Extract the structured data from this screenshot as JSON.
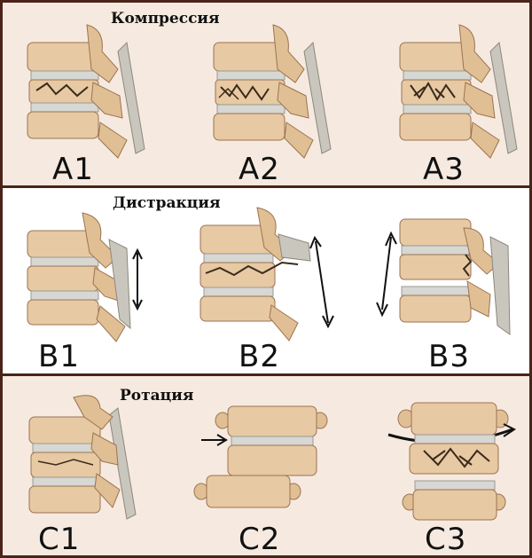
{
  "colors": {
    "frame": "#4a2418",
    "row_bg_top": "#f6eae0",
    "row_bg_middle": "#ffffff",
    "row_bg_bottom": "#f6eae0",
    "bone": "#e7c9a3",
    "bone_dark": "#b98d63",
    "disc": "#d7d7d3",
    "ligament": "#c9c6be"
  },
  "rows": [
    {
      "title": "Компрессия",
      "labels": [
        "A1",
        "A2",
        "A3"
      ]
    },
    {
      "title": "Дистракция",
      "labels": [
        "B1",
        "B2",
        "B3"
      ]
    },
    {
      "title": "Ротация",
      "labels": [
        "C1",
        "C2",
        "C3"
      ]
    }
  ]
}
